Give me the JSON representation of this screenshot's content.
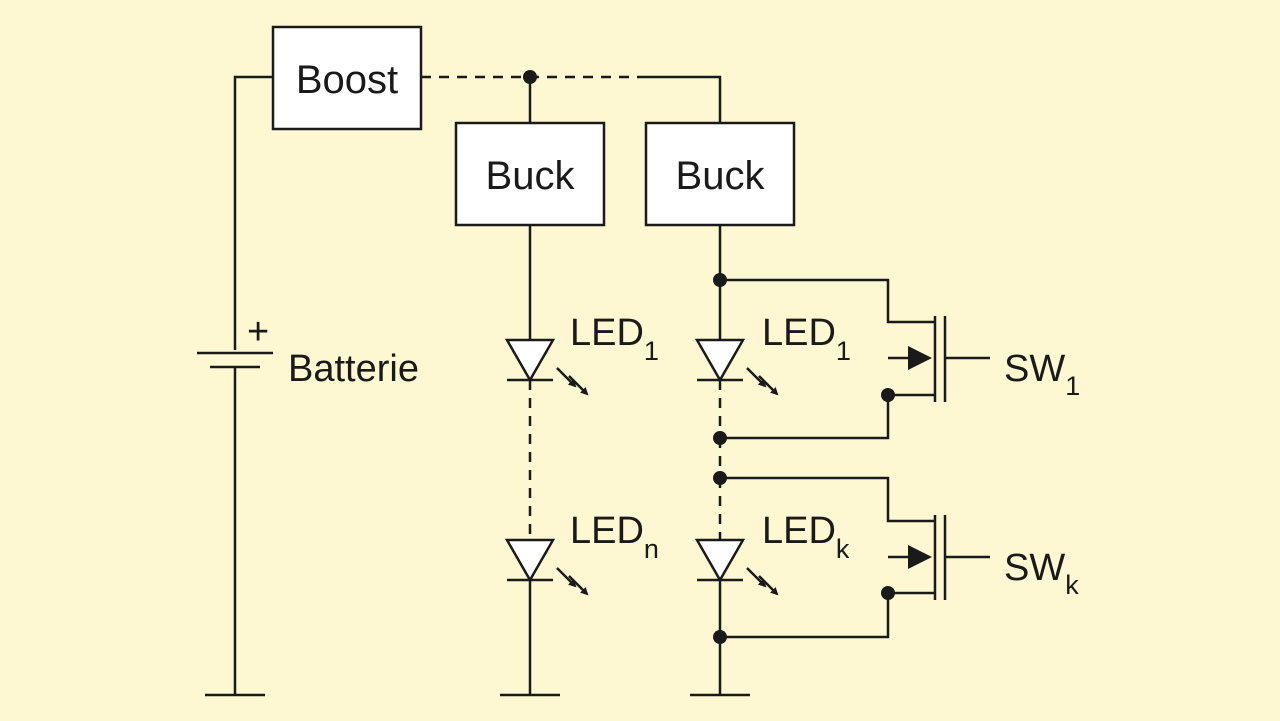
{
  "diagram": {
    "blocks": {
      "boost": "Boost",
      "buck_left": "Buck",
      "buck_right": "Buck"
    },
    "battery": {
      "label": "Batterie",
      "polarity": "+"
    },
    "leds": {
      "left_top": {
        "base": "LED",
        "sub": "1"
      },
      "left_bottom": {
        "base": "LED",
        "sub": "n"
      },
      "right_top": {
        "base": "LED",
        "sub": "1"
      },
      "right_bottom": {
        "base": "LED",
        "sub": "k"
      }
    },
    "switches": {
      "top": {
        "base": "SW",
        "sub": "1"
      },
      "bottom": {
        "base": "SW",
        "sub": "k"
      }
    },
    "colors": {
      "background": "#fdf7d2",
      "line": "#1a1a1a",
      "box_fill": "#ffffff"
    }
  }
}
